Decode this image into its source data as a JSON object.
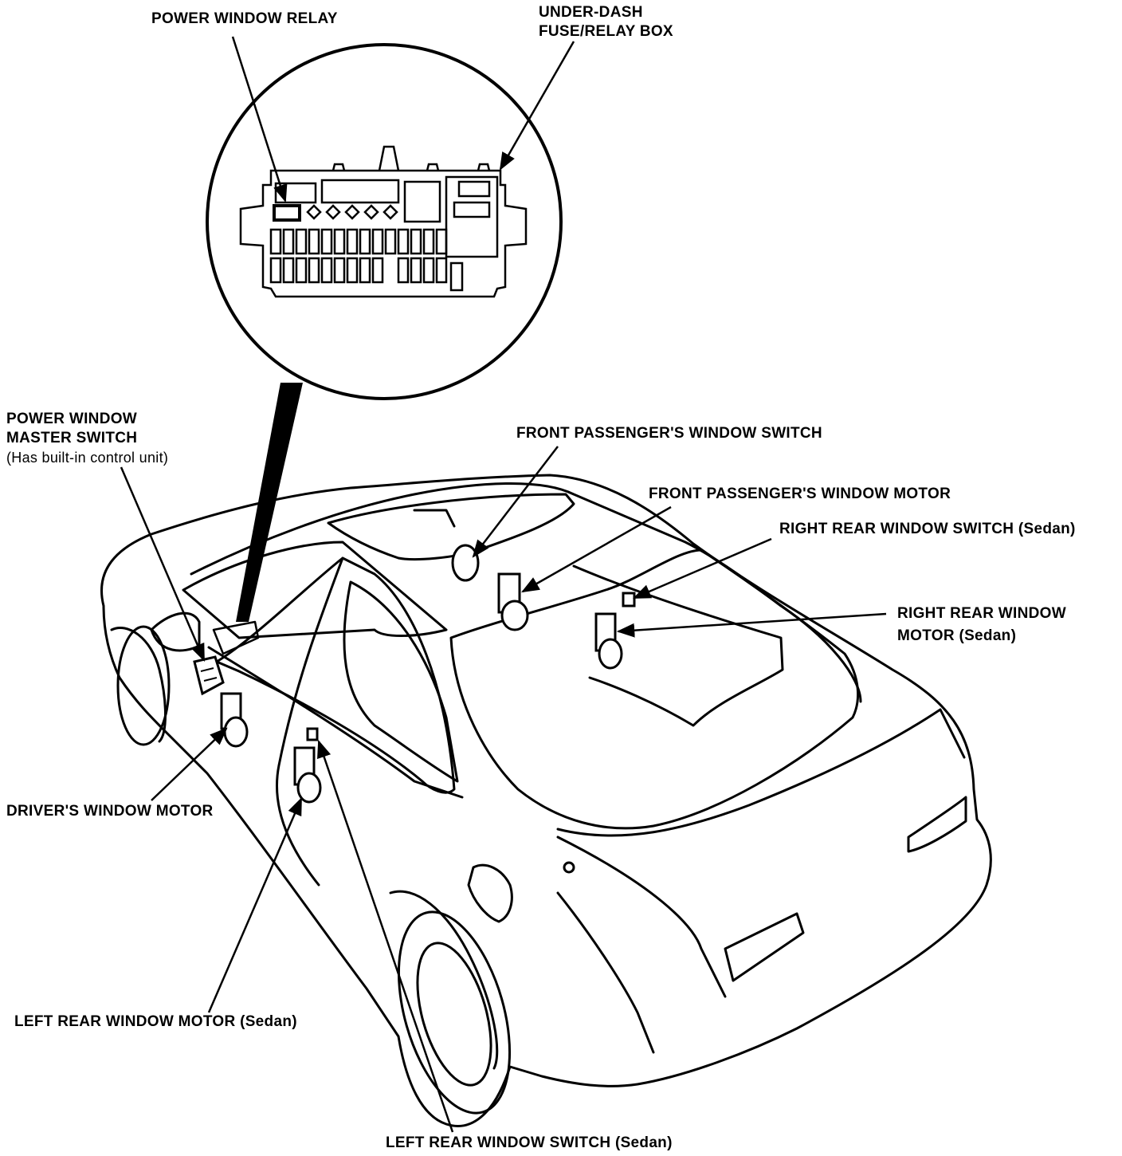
{
  "colors": {
    "ink": "#000000",
    "paper": "#ffffff"
  },
  "labels": {
    "power_window_relay": "POWER WINDOW RELAY",
    "under_dash_line1": "UNDER-DASH",
    "under_dash_line2": "FUSE/RELAY BOX",
    "master_switch_line1": "POWER WINDOW",
    "master_switch_line2": "MASTER SWITCH",
    "master_switch_note": "(Has built-in control unit)",
    "front_passenger_switch": "FRONT PASSENGER'S WINDOW SWITCH",
    "front_passenger_motor": "FRONT PASSENGER'S WINDOW MOTOR",
    "right_rear_switch": "RIGHT REAR WINDOW SWITCH (Sedan)",
    "right_rear_motor_line1": "RIGHT REAR WINDOW",
    "right_rear_motor_line2": "MOTOR (Sedan)",
    "drivers_motor": "DRIVER'S WINDOW MOTOR",
    "left_rear_motor": "LEFT REAR WINDOW MOTOR (Sedan)",
    "left_rear_switch": "LEFT REAR WINDOW SWITCH (Sedan)"
  }
}
